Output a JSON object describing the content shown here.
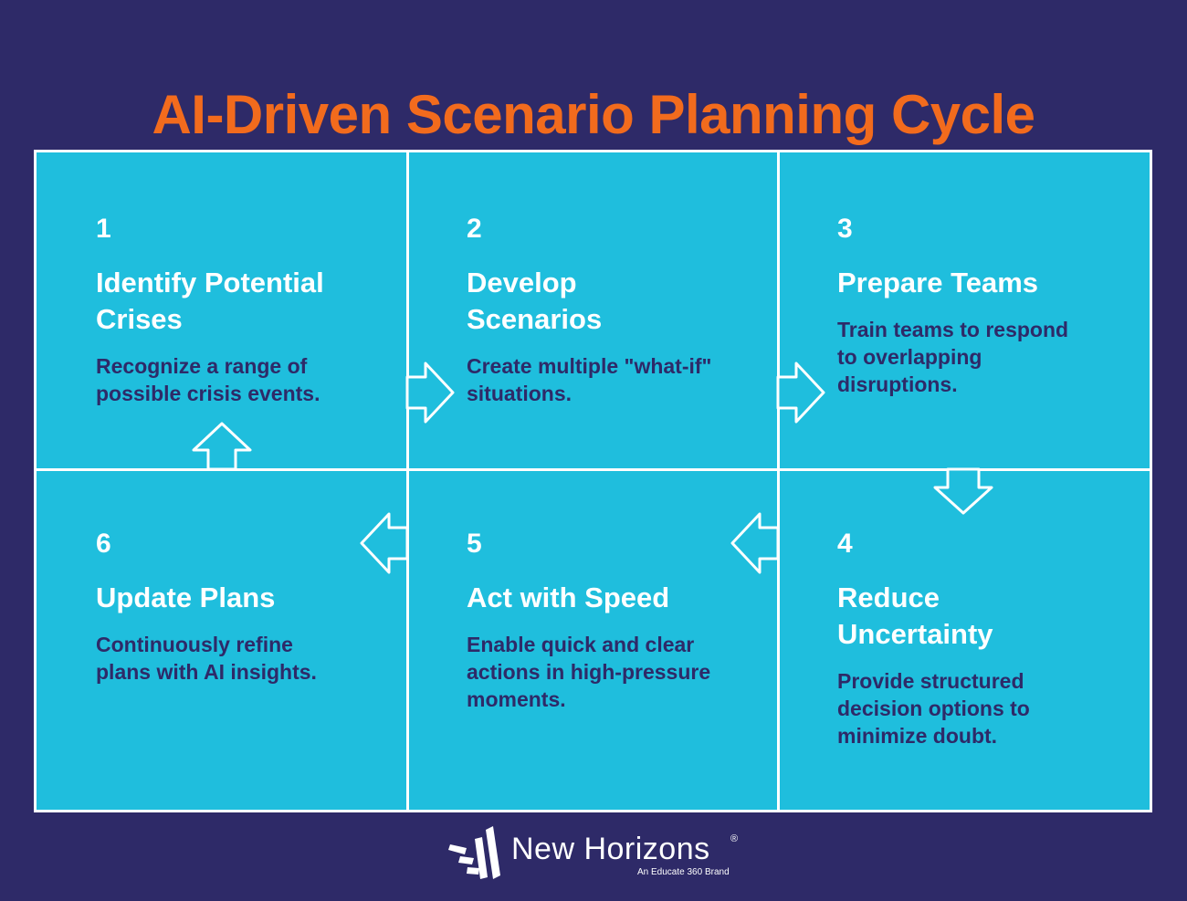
{
  "title": "AI-Driven Scenario Planning Cycle",
  "colors": {
    "background": "#2e2a68",
    "title": "#f26b1d",
    "panel": "#1fbedd",
    "outline": "#ffffff",
    "description": "#2e2a68"
  },
  "steps": [
    {
      "number": "1",
      "title": "Identify Potential Crises",
      "description": "Recognize a range of possible crisis events."
    },
    {
      "number": "2",
      "title": "Develop Scenarios",
      "description": "Create multiple \"what-if\" situations."
    },
    {
      "number": "3",
      "title": "Prepare Teams",
      "description": "Train teams to respond to overlapping disruptions."
    },
    {
      "number": "4",
      "title": "Reduce Uncertainty",
      "description": "Provide structured decision options to minimize doubt."
    },
    {
      "number": "5",
      "title": "Act with Speed",
      "description": "Enable quick and clear actions in high-pressure moments."
    },
    {
      "number": "6",
      "title": "Update Plans",
      "description": "Continuously refine plans with AI insights."
    }
  ],
  "footer": {
    "brand": "New Horizons",
    "registered": "®",
    "tagline": "An Educate 360 Brand"
  }
}
